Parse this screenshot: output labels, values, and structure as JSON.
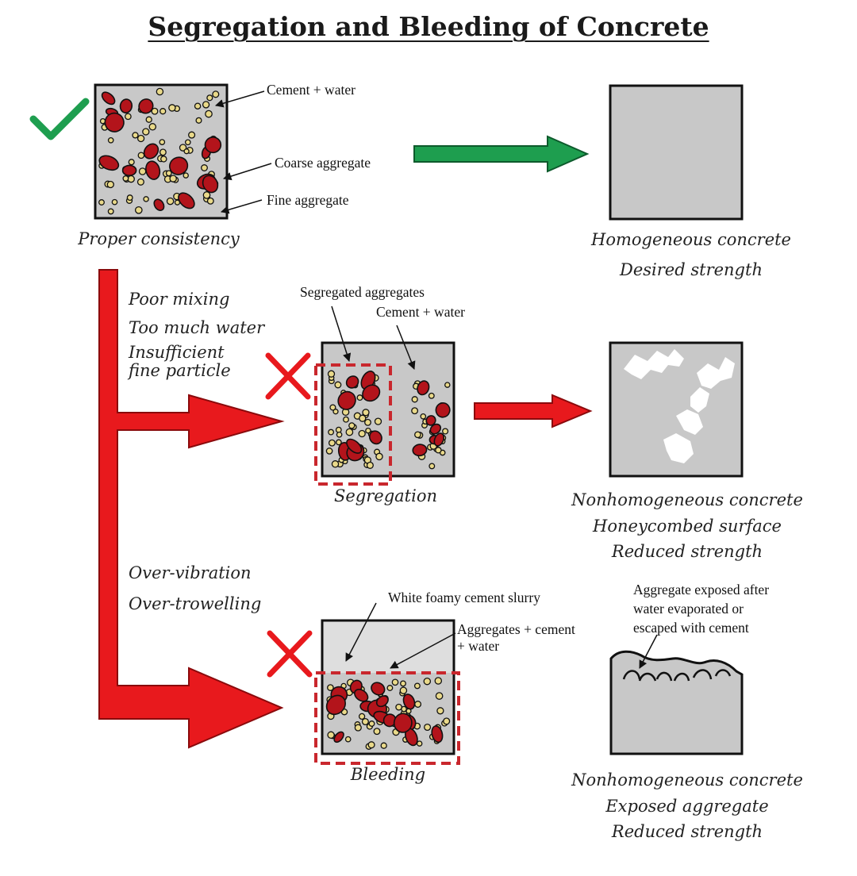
{
  "title": "Segregation and Bleeding of Concrete",
  "proper": {
    "caption": "Proper consistency",
    "labels": {
      "cement_water": "Cement + water",
      "coarse": "Coarse aggregate",
      "fine": "Fine aggregate"
    },
    "result": [
      "Homogeneous concrete",
      "Desired strength"
    ]
  },
  "segregation": {
    "causes": [
      "Poor mixing",
      "Too much water",
      "Insufficient",
      "fine particle"
    ],
    "labels": {
      "segregated": "Segregated aggregates",
      "cement_water": "Cement + water"
    },
    "caption": "Segregation",
    "result": [
      "Nonhomogeneous concrete",
      "Honeycombed surface",
      "Reduced strength"
    ]
  },
  "bleeding": {
    "causes": [
      "Over-vibration",
      "Over-trowelling"
    ],
    "labels": {
      "slurry": "White foamy cement slurry",
      "mix_line1": "Aggregates + cement",
      "mix_line2": "+ water"
    },
    "exposed": [
      "Aggregate exposed after",
      "water evaporated or",
      "escaped with cement"
    ],
    "caption": "Bleeding",
    "result": [
      "Nonhomogeneous concrete",
      "Exposed aggregate",
      "Reduced strength"
    ]
  },
  "colors": {
    "good": "#1e9e4f",
    "bad": "#e8191d",
    "aggregate": "#b3141b",
    "paste": "#c8c8c8",
    "fine": "#e9d98a"
  }
}
